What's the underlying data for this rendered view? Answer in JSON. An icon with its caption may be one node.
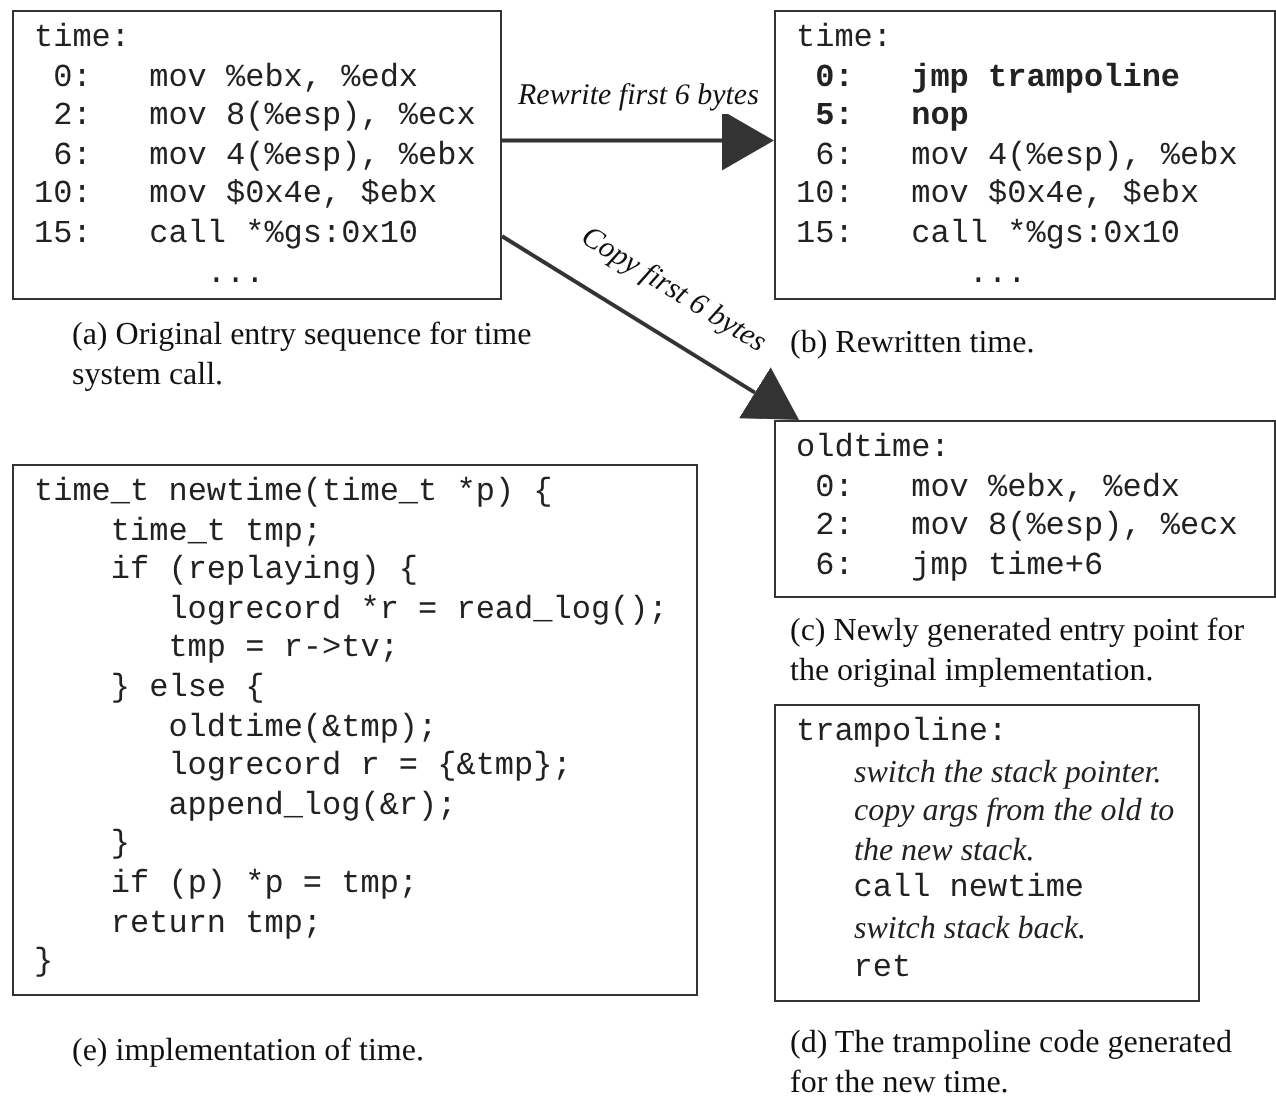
{
  "diagram": {
    "nodes": [
      {
        "text": [
          "time:",
          "0: mov %ebx, %edx",
          "2: mov 8(%esp), %ecx",
          "6: mov 4(%esp), %ebx",
          "10: mov $0x4e, $ebx",
          "15: call *%gs:0x10",
          "..."
        ],
        "beside": [
          "(a) Original entry sequence for time system call."
        ]
      },
      {
        "text": [
          "time:",
          "**0: jmp trampoline**",
          "**5: nop**",
          "6: mov 4(%esp), %ebx",
          "10: mov $0x4e, $ebx",
          "15: call *%gs:0x10",
          "..."
        ],
        "beside": [
          "(b) Rewritten time."
        ]
      },
      {
        "text": [
          "oldtime:",
          "0: mov %ebx, %edx",
          "2: mov 8(%esp), %ecx",
          "6: jmp time+6"
        ],
        "beside": [
          "(c) Newly generated entry point for the original implementation."
        ]
      },
      {
        "text": [
          "time_t newtime(time_t *p) {",
          "time_t tmp;",
          "if (replaying) {",
          "logrecord *r = read_log();",
          "tmp = r->tv;",
          "} else {",
          "oldtime(&tmp);",
          "logrecord r = {&tmp};",
          "append_log(&r);",
          "}",
          "if (p) *p = tmp;",
          "return tmp;",
          "}"
        ],
        "beside": [
          "(e) implementation of time."
        ]
      },
      {
        "text": [
          "trampoline:",
          "*switch the stack pointer.*",
          "*copy args from the old to the new stack.*",
          "call newtime",
          "*switch stack back.*",
          "ret"
        ],
        "beside": [
          "(d) The trampoline code generated for the new time."
        ]
      }
    ],
    "edges": [
      {
        "from": 0,
        "to": 1,
        "arrow": "to",
        "label": "Rewrite first 6 bytes"
      },
      {
        "from": 0,
        "to": 2,
        "arrow": "to",
        "label": "Copy first 6 bytes"
      }
    ]
  }
}
